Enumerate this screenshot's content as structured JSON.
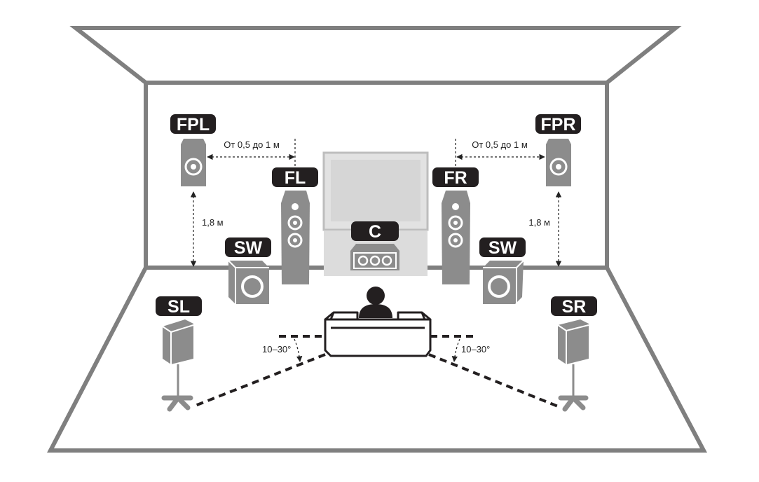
{
  "labels": {
    "fpl": "FPL",
    "fpr": "FPR",
    "fl": "FL",
    "fr": "FR",
    "c": "C",
    "sw_left": "SW",
    "sw_right": "SW",
    "sl": "SL",
    "sr": "SR"
  },
  "dimensions": {
    "front_presence_spacing_left": "От 0,5 до 1 м",
    "front_presence_spacing_right": "От 0,5 до 1 м",
    "height_left": "1,8 м",
    "height_right": "1,8 м",
    "surround_angle_left": "10–30°",
    "surround_angle_right": "10–30°"
  },
  "colors": {
    "room_outline": "#7f7f7f",
    "speaker_body": "#8c8c8c",
    "label_background": "#231f20",
    "label_text": "#ffffff",
    "screen_fill": "#dedede"
  }
}
